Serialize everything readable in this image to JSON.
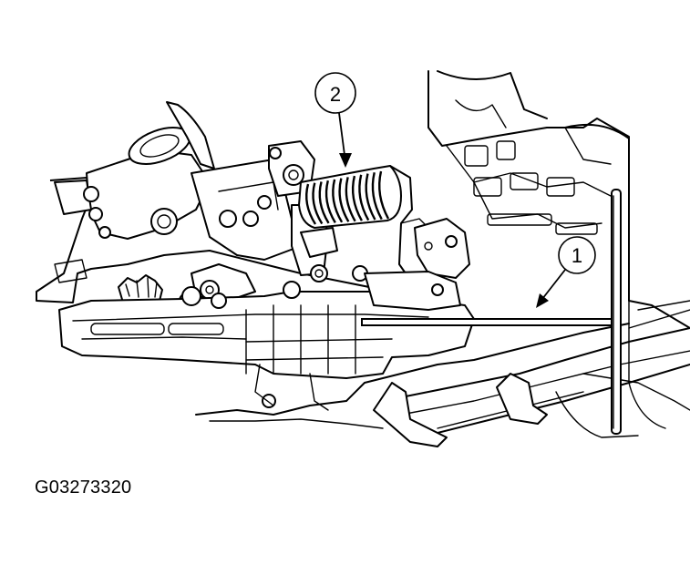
{
  "figure_id": "G03273320",
  "callouts": [
    {
      "number": "1",
      "target": "tool"
    },
    {
      "number": "2",
      "target": "spring"
    }
  ]
}
